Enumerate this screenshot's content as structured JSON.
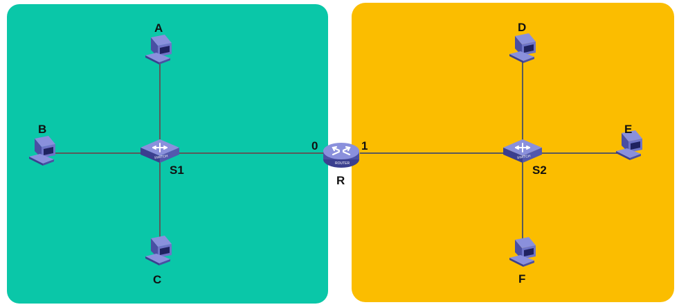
{
  "colors": {
    "left_network": "#0ac7a8",
    "right_network": "#fbbd00",
    "link": "#5a5a5a",
    "device_body": "#6e74c7",
    "device_dark": "#3b3f8f",
    "label": "#111111"
  },
  "hosts": {
    "a": {
      "label": "A",
      "icon": "computer-icon"
    },
    "b": {
      "label": "B",
      "icon": "computer-icon"
    },
    "c": {
      "label": "C",
      "icon": "computer-icon"
    },
    "d": {
      "label": "D",
      "icon": "computer-icon"
    },
    "e": {
      "label": "E",
      "icon": "computer-icon"
    },
    "f": {
      "label": "F",
      "icon": "computer-icon"
    }
  },
  "switches": {
    "s1": {
      "label": "S1",
      "icon_text": "SWITCH",
      "icon": "switch-icon"
    },
    "s2": {
      "label": "S2",
      "icon_text": "SWITCH",
      "icon": "switch-icon"
    }
  },
  "router": {
    "label": "R",
    "icon_text": "ROUTER",
    "icon": "router-icon",
    "port_left": "0",
    "port_right": "1"
  }
}
